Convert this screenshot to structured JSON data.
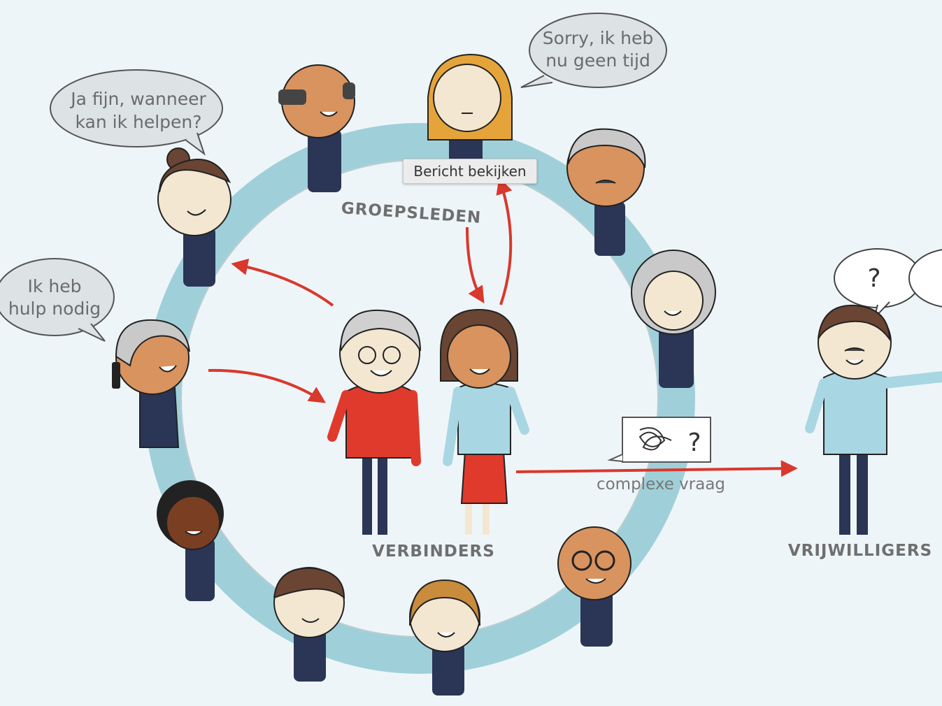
{
  "bubbles": {
    "top_left": [
      "Ja fijn, wanneer",
      "kan ik helpen?"
    ],
    "top_right": [
      "Sorry, ik heb",
      "nu geen tijd"
    ],
    "left": [
      "Ik heb",
      "hulp nodig"
    ],
    "volunteer_q1": "?",
    "complex_q": "?"
  },
  "labels": {
    "groepsleden": "GROEPSLEDEN",
    "verbinders": "VERBINDERS",
    "vrijwilligers": "VRIJWILLIGERS",
    "complexe_vraag": "complexe vraag"
  },
  "tooltip": "Bericht bekijken",
  "colors": {
    "background": "#eef5f8",
    "ring": "#9fd0da",
    "arrow": "#d9382c",
    "skin": "#d9935f",
    "navy": "#2b3556",
    "red_shirt": "#e03a2c",
    "light_blue_shirt": "#a8d7e3"
  }
}
